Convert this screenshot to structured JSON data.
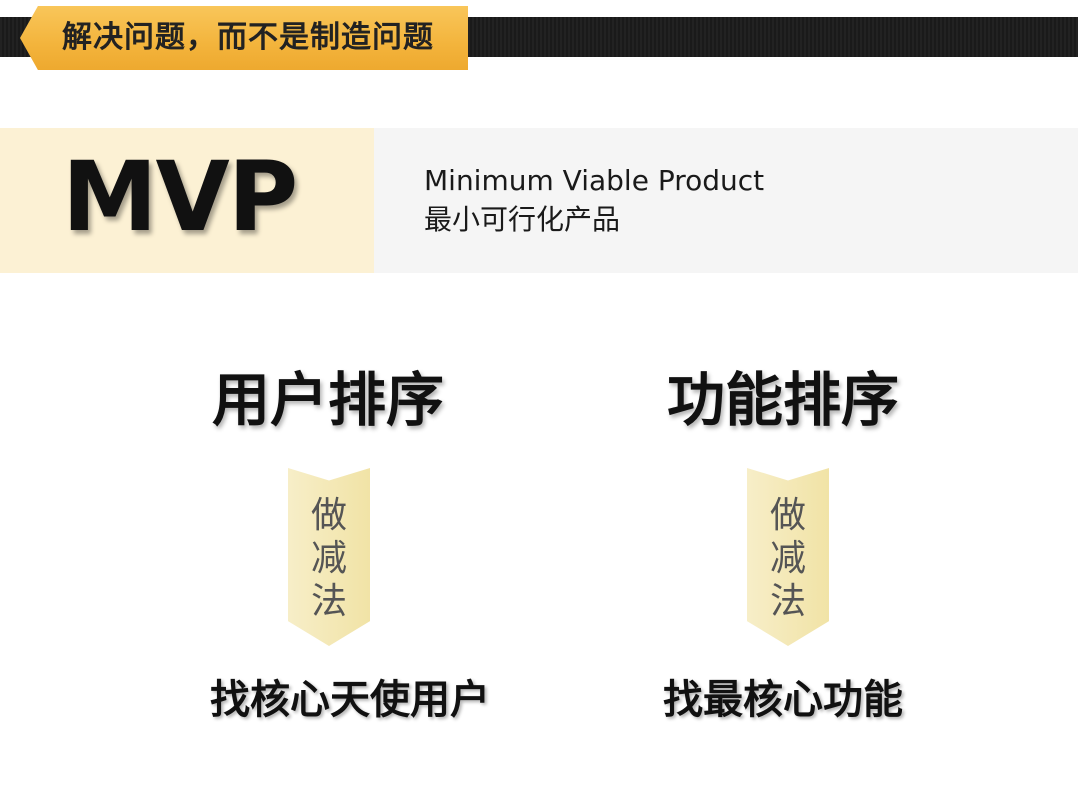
{
  "header": {
    "title": "解决问题，而不是制造问题"
  },
  "banner": {
    "acronym": "MVP",
    "english": "Minimum Viable Product",
    "chinese": "最小可行化产品"
  },
  "columns": [
    {
      "heading": "用户排序",
      "arrow_lines": [
        "做",
        "减",
        "法"
      ],
      "result": "找核心天使用户"
    },
    {
      "heading": "功能排序",
      "arrow_lines": [
        "做",
        "减",
        "法"
      ],
      "result": "找最核心功能"
    }
  ],
  "colors": {
    "accent": "#f3b43c",
    "bar": "#1f1f1f",
    "mvp_bg": "#fcf1d4",
    "arrow": "#f1e3a6"
  }
}
